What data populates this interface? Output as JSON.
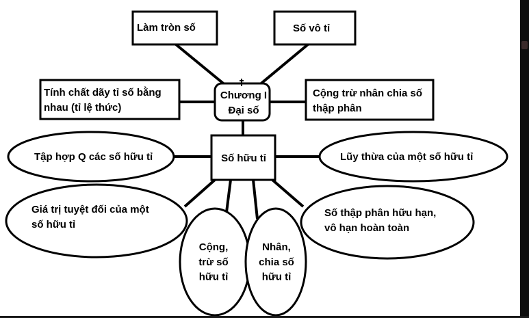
{
  "diagram": {
    "center": [
      "Chương I",
      "Đại số"
    ],
    "hub": [
      "Số hữu tỉ"
    ],
    "topics": {
      "rounding": [
        "Làm tròn số"
      ],
      "irrational": [
        "Số vô tỉ"
      ],
      "ratio_props": [
        "Tính chất dãy tỉ số bằng",
        "nhau (tỉ lệ thức)"
      ],
      "decimal_ops": [
        "Cộng trừ nhân chia số",
        "thập phân"
      ],
      "set_q": [
        "Tập hợp Q các số hữu tỉ"
      ],
      "power": [
        "Lũy thừa của một số hữu tỉ"
      ],
      "abs_value": [
        "Giá trị tuyệt đối của một",
        "số hữu tỉ"
      ],
      "add_sub": [
        "Cộng,",
        "trừ số",
        "hữu tỉ"
      ],
      "mul_div": [
        "Nhân,",
        "chia số",
        "hữu tỉ"
      ],
      "decimals": [
        "Số thập phân hữu hạn,",
        "vô hạn hoàn toàn"
      ]
    },
    "colors": {
      "stroke": "#000000",
      "fill": "#ffffff",
      "text": "#000000"
    }
  }
}
